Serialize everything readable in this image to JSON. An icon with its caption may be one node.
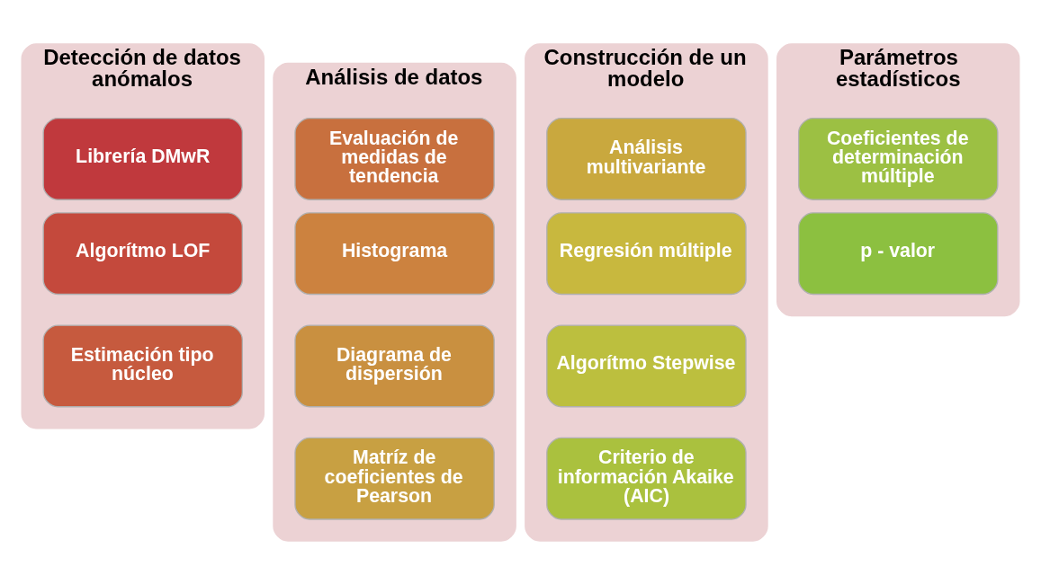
{
  "diagram": {
    "nodes": [
      {
        "text": [
          "Detección de datos anómalos"
        ]
      },
      {
        "text": [
          "Librería DMwR"
        ],
        "in": 0
      },
      {
        "text": [
          "Algorítmo LOF"
        ],
        "in": 0
      },
      {
        "text": [
          "Estimación tipo núcleo"
        ],
        "in": 0
      },
      {
        "text": [
          "Análisis de datos"
        ]
      },
      {
        "text": [
          "Evaluación de medidas de tendencia"
        ],
        "in": 4
      },
      {
        "text": [
          "Histograma"
        ],
        "in": 4
      },
      {
        "text": [
          "Diagrama de dispersión"
        ],
        "in": 4
      },
      {
        "text": [
          "Matríz de coeficientes de Pearson"
        ],
        "in": 4
      },
      {
        "text": [
          "Construcción de un modelo"
        ]
      },
      {
        "text": [
          "Análisis multivariante"
        ],
        "in": 9
      },
      {
        "text": [
          "Regresión múltiple"
        ],
        "in": 9
      },
      {
        "text": [
          "Algorítmo Stepwise"
        ],
        "in": 9
      },
      {
        "text": [
          "Criterio de información Akaike (AIC)"
        ],
        "in": 9
      },
      {
        "text": [
          "Parámetros estadísticos"
        ]
      },
      {
        "text": [
          "Coeficientes de determinación múltiple"
        ],
        "in": 14
      },
      {
        "text": [
          "p - valor"
        ],
        "in": 14
      }
    ],
    "edges": []
  }
}
